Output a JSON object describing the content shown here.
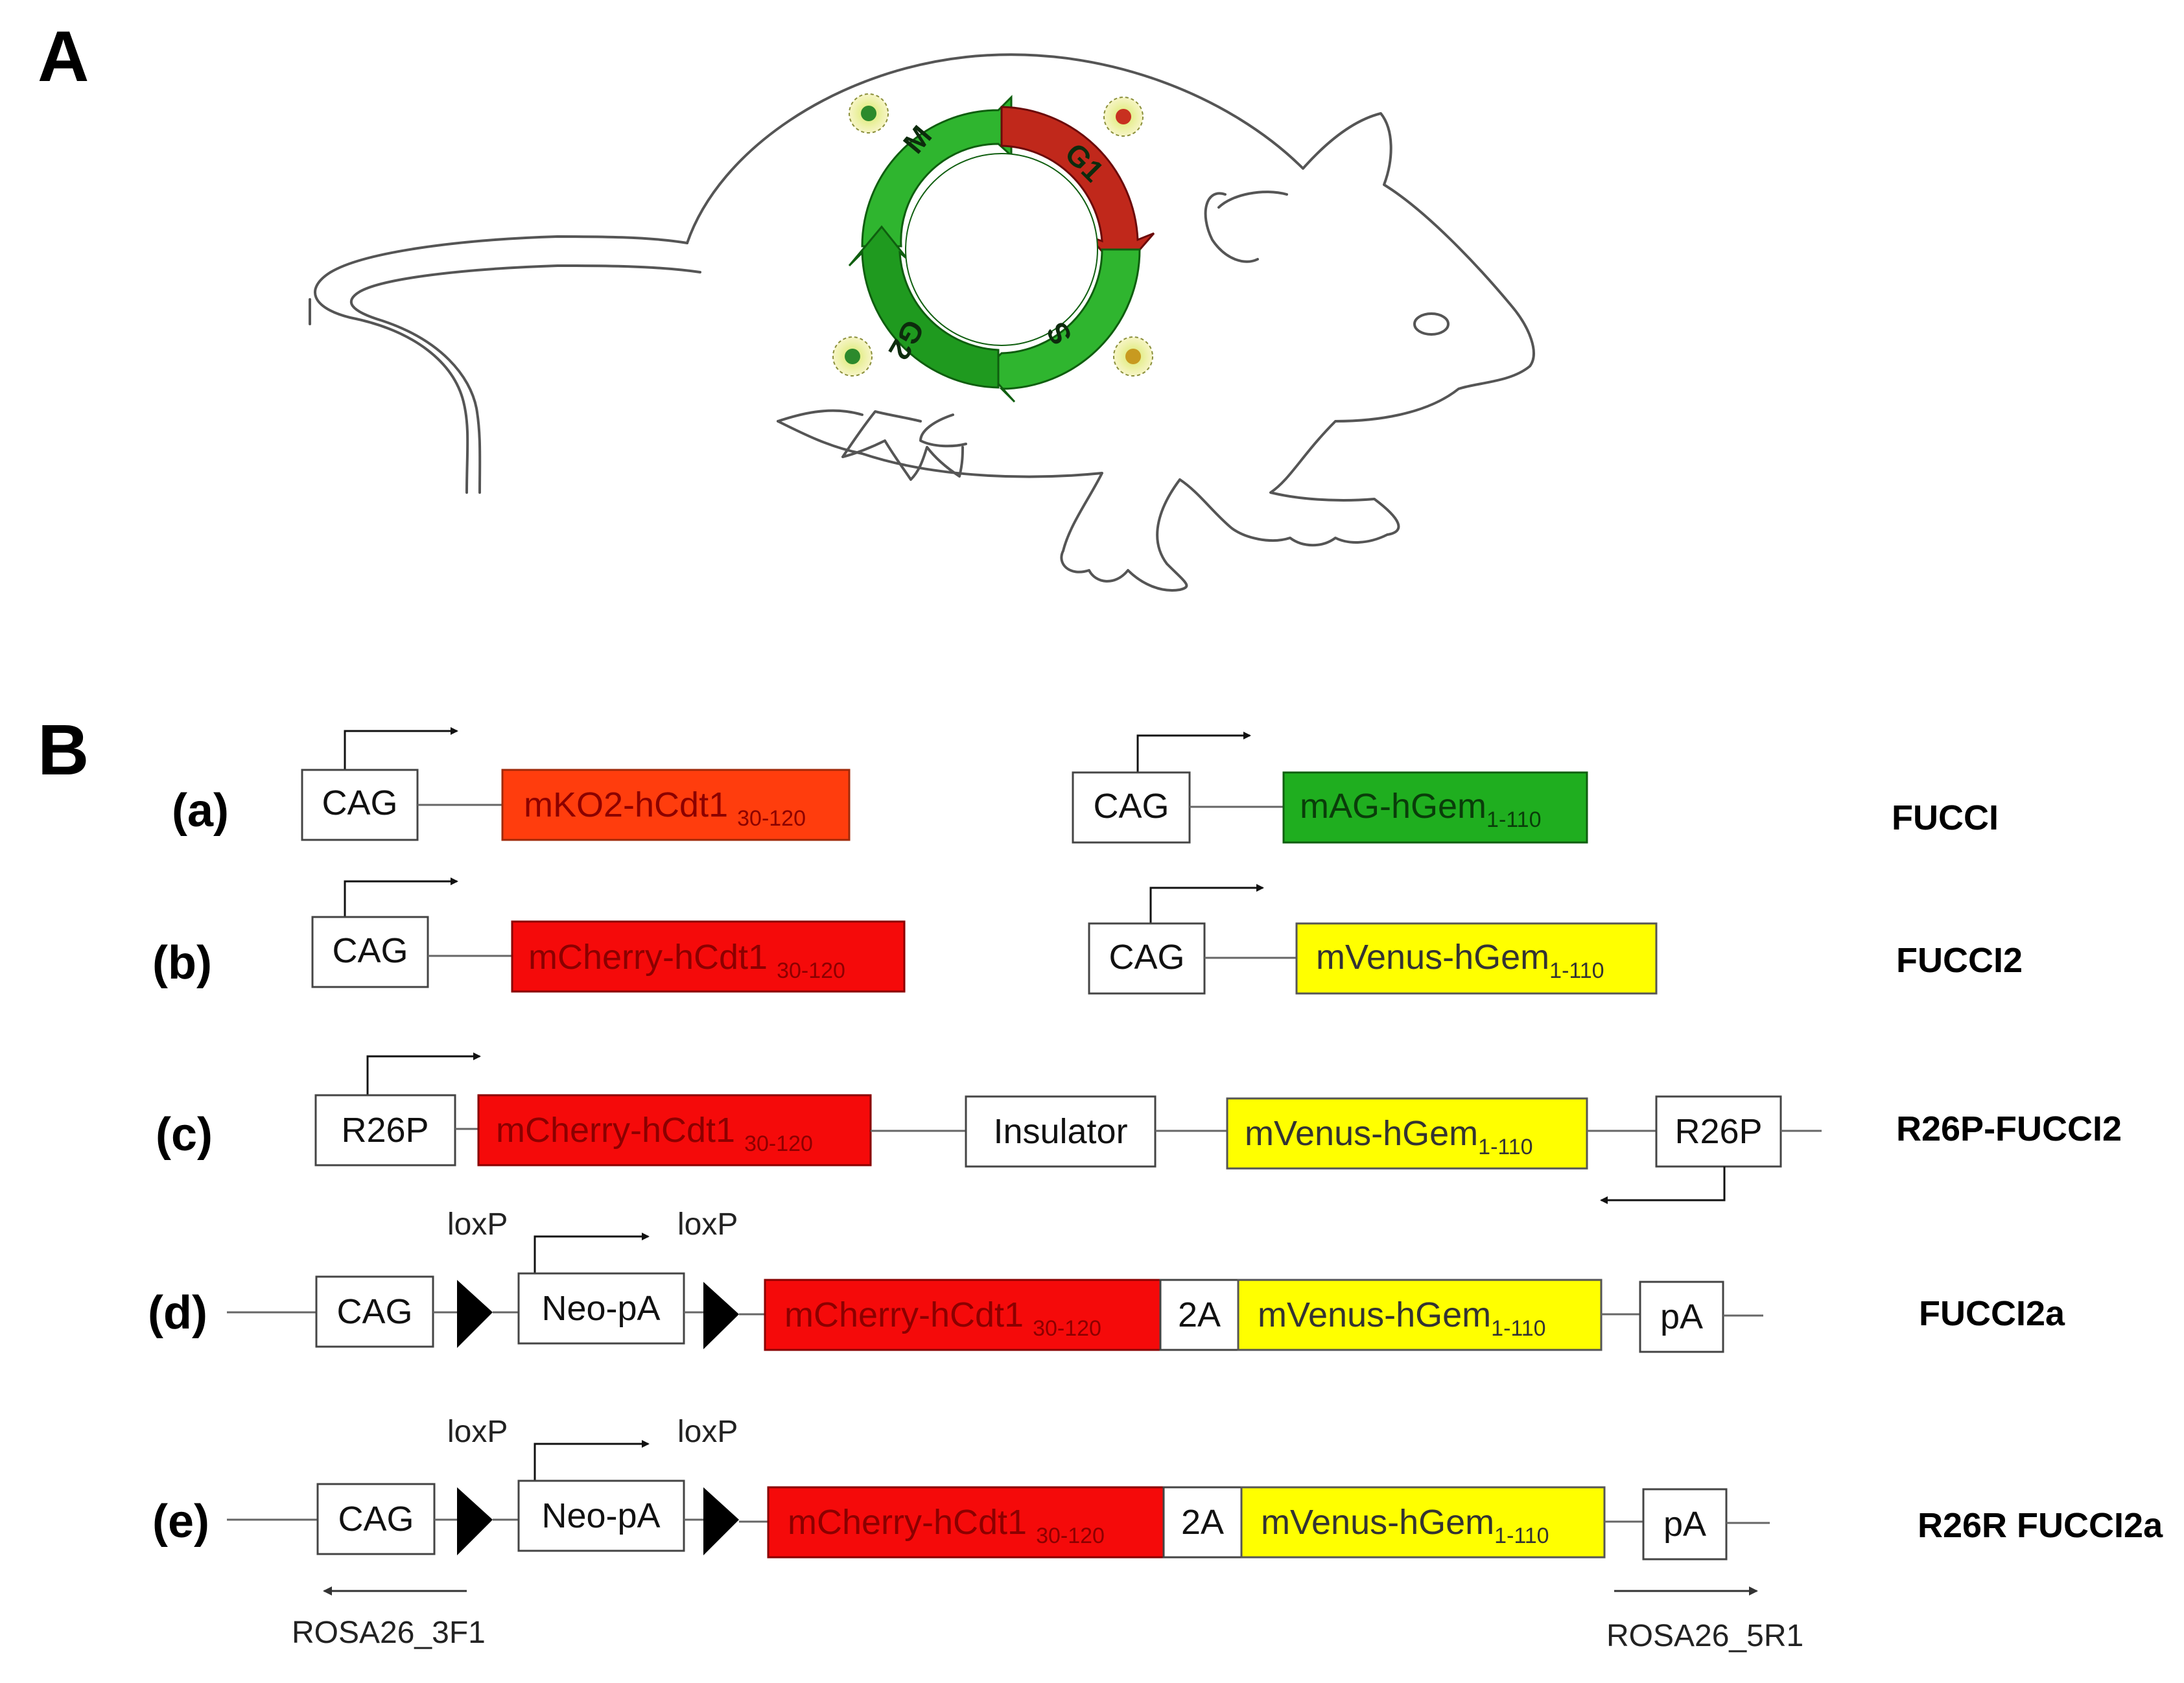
{
  "panels": {
    "a": "A",
    "b": "B"
  },
  "cell_cycle": {
    "phases": [
      "M",
      "G1",
      "S",
      "G2"
    ],
    "colors": {
      "green": "#2fb52f",
      "dark_green": "#137a13",
      "red": "#c0281b",
      "dark_red": "#8a1010"
    }
  },
  "rows": [
    {
      "label": "(a)",
      "name": "FUCCI",
      "promoter1": "CAG",
      "gene1": "mKO2-hCdt1",
      "gene1_sub": "30-120",
      "promoter2": "CAG",
      "gene2": "mAG-hGem",
      "gene2_sub": "1-110"
    },
    {
      "label": "(b)",
      "name": "FUCCI2",
      "promoter1": "CAG",
      "gene1": "mCherry-hCdt1",
      "gene1_sub": "30-120",
      "promoter2": "CAG",
      "gene2": "mVenus-hGem",
      "gene2_sub": "1-110"
    },
    {
      "label": "(c)",
      "name": "R26P-FUCCI2",
      "promoter1": "R26P",
      "gene1": "mCherry-hCdt1",
      "gene1_sub": "30-120",
      "insulator": "Insulator",
      "gene2": "mVenus-hGem",
      "gene2_sub": "1-110",
      "promoter2": "R26P"
    },
    {
      "label": "(d)",
      "name": "FUCCI2a",
      "loxp1": "loxP",
      "loxp2": "loxP",
      "promoter1": "CAG",
      "neo": "Neo-pA",
      "gene1": "mCherry-hCdt1",
      "gene1_sub": "30-120",
      "linker": "2A",
      "gene2": "mVenus-hGem",
      "gene2_sub": "1-110",
      "pa": "pA"
    },
    {
      "label": "(e)",
      "name": "R26R FUCCI2a",
      "loxp1": "loxP",
      "loxp2": "loxP",
      "promoter1": "CAG",
      "neo": "Neo-pA",
      "gene1": "mCherry-hCdt1",
      "gene1_sub": "30-120",
      "linker": "2A",
      "gene2": "mVenus-hGem",
      "gene2_sub": "1-110",
      "pa": "pA",
      "primer_left": "ROSA26_3F1",
      "primer_right": "ROSA26_5R1"
    }
  ],
  "colors": {
    "orange_red": "#ff3d0d",
    "red": "#f50a0a",
    "green": "#1fae1f",
    "yellow": "#ffff00",
    "outline": "#444444"
  }
}
